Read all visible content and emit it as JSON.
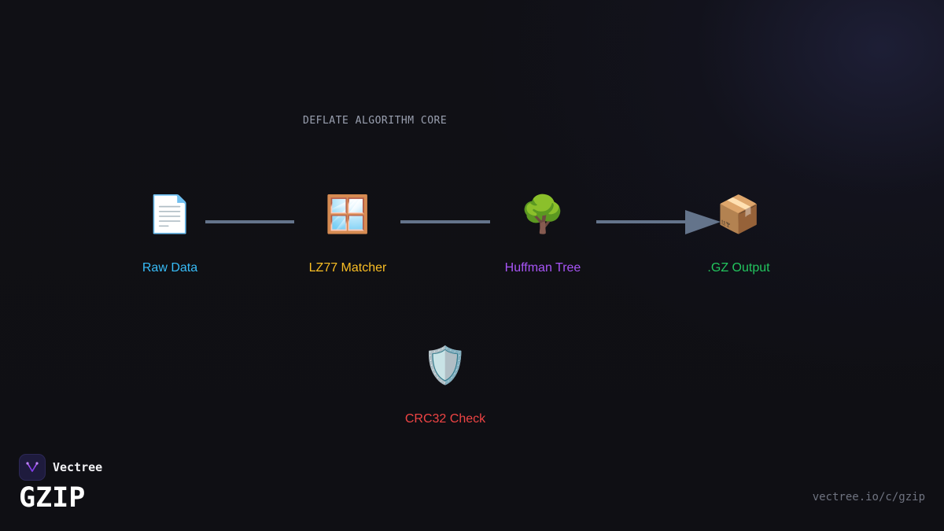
{
  "diagram": {
    "section_title": "DEFLATE ALGORITHM CORE",
    "nodes": [
      {
        "id": "raw",
        "label": "Raw Data",
        "icon": "📄",
        "icon_name": "document-icon",
        "color": "#38bdf8"
      },
      {
        "id": "lz77",
        "label": "LZ77 Matcher",
        "icon": "🪟",
        "icon_name": "window-icon",
        "color": "#fbbf24"
      },
      {
        "id": "huff",
        "label": "Huffman Tree",
        "icon": "🌳",
        "icon_name": "tree-icon",
        "color": "#a855f7"
      },
      {
        "id": "gz",
        "label": ".GZ Output",
        "icon": "📦",
        "icon_name": "package-icon",
        "color": "#22c55e"
      },
      {
        "id": "crc",
        "label": "CRC32 Check",
        "icon": "🛡️",
        "icon_name": "shield-icon",
        "color": "#ef4444"
      }
    ],
    "edges": [
      {
        "from": "raw",
        "to": "lz77",
        "arrow": false
      },
      {
        "from": "lz77",
        "to": "huff",
        "arrow": false
      },
      {
        "from": "huff",
        "to": "gz",
        "arrow": true
      }
    ],
    "edge_color": "#64748b"
  },
  "brand": {
    "name": "Vectree",
    "logo_icon": "vectree-logo-icon",
    "accent": "#a855f7"
  },
  "page": {
    "title": "GZIP",
    "url": "vectree.io/c/gzip"
  }
}
